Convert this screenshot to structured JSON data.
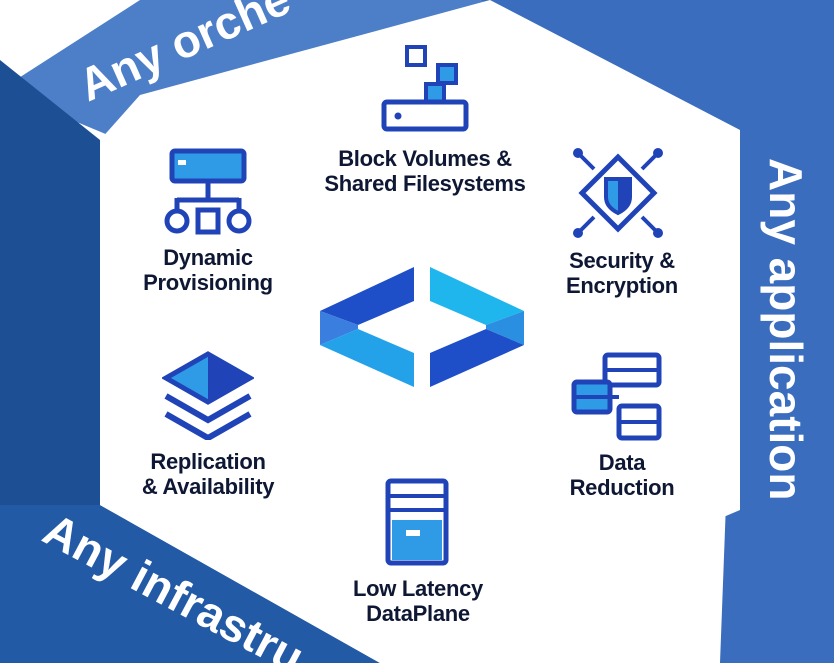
{
  "colors": {
    "band_top": "#4d7fc8",
    "band_right": "#3a6dbd",
    "band_left": "#1c4f93",
    "band_bottom": "#235aa6",
    "icon_stroke": "#2044b8",
    "icon_fill_light": "#2f9ae6",
    "icon_fill_cyan": "#1bb8ee",
    "label_text": "#0e1733"
  },
  "bands": {
    "top": "Any orche",
    "right": "Any application",
    "bottom_left": "Any infrastru"
  },
  "features": {
    "block": {
      "line1": "Block Volumes &",
      "line2": "Shared Filesystems",
      "icon": "block-storage-icon"
    },
    "dynamic": {
      "line1": "Dynamic",
      "line2": "Provisioning",
      "icon": "network-tree-icon"
    },
    "security": {
      "line1": "Security &",
      "line2": "Encryption",
      "icon": "shield-chip-icon"
    },
    "replication": {
      "line1": "Replication",
      "line2": "& Availability",
      "icon": "layers-icon"
    },
    "reduction": {
      "line1": "Data",
      "line2": "Reduction",
      "icon": "database-tables-icon"
    },
    "latency": {
      "line1": "Low Latency",
      "line2": "DataPlane",
      "icon": "server-tower-icon"
    }
  },
  "center_logo": "brackets-logo-icon"
}
